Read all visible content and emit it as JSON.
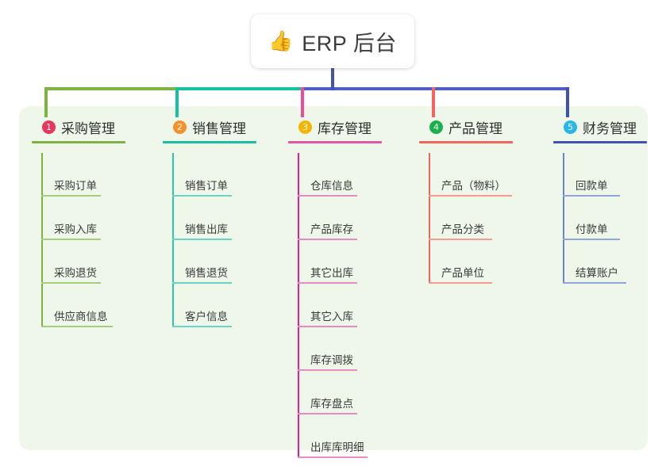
{
  "root": {
    "icon": "thumbs-up-emoji",
    "emoji": "👍",
    "title": "ERP 后台"
  },
  "colors": {
    "panel_bg": "#eef7e9",
    "root_stem": "#4054b2",
    "bus_green": "#7cb342",
    "bus_teal": "#16c0a0",
    "bus_blue": "#4f5dc4",
    "drop_green": "#7cb342",
    "drop_teal": "#16c0a0",
    "drop_pink": "#ef4d95",
    "drop_red": "#f4645f",
    "drop_blue": "#3f51b5"
  },
  "columns": [
    {
      "number": "1",
      "title": "采购管理",
      "badge_color": "#e8365d",
      "rule_color": "#7cb342",
      "spine_color": "#7cb342",
      "item_rule_color": "#a5ce7f",
      "items": [
        {
          "label": "采购订单",
          "rule_width": 75
        },
        {
          "label": "采购入库",
          "rule_width": 75
        },
        {
          "label": "采购退货",
          "rule_width": 75
        },
        {
          "label": "供应商信息",
          "rule_width": 90
        }
      ]
    },
    {
      "number": "2",
      "title": "销售管理",
      "badge_color": "#f5902b",
      "rule_color": "#16c0a0",
      "spine_color": "#2ec5b0",
      "item_rule_color": "#6fd2c6",
      "items": [
        {
          "label": "销售订单",
          "rule_width": 75
        },
        {
          "label": "销售出库",
          "rule_width": 75
        },
        {
          "label": "销售退货",
          "rule_width": 75
        },
        {
          "label": "客户信息",
          "rule_width": 75
        }
      ]
    },
    {
      "number": "3",
      "title": "库存管理",
      "badge_color": "#f7b500",
      "rule_color": "#e254a5",
      "spine_color": "#e91e8c",
      "item_rule_color": "#e88bc0",
      "items": [
        {
          "label": "仓库信息",
          "rule_width": 75
        },
        {
          "label": "产品库存",
          "rule_width": 75
        },
        {
          "label": "其它出库",
          "rule_width": 75
        },
        {
          "label": "其它入库",
          "rule_width": 75
        },
        {
          "label": "库存调拨",
          "rule_width": 75
        },
        {
          "label": "库存盘点",
          "rule_width": 75
        },
        {
          "label": "出库库明细",
          "rule_width": 88
        }
      ]
    },
    {
      "number": "4",
      "title": "产品管理",
      "badge_color": "#19b14c",
      "rule_color": "#f4645f",
      "spine_color": "#f4645f",
      "item_rule_color": "#f79a92",
      "items": [
        {
          "label": "产品（物料）",
          "rule_width": 105
        },
        {
          "label": "产品分类",
          "rule_width": 80
        },
        {
          "label": "产品单位",
          "rule_width": 80
        }
      ]
    },
    {
      "number": "5",
      "title": "财务管理",
      "badge_color": "#29b6e8",
      "rule_color": "#3f51b5",
      "spine_color": "#6e82cf",
      "item_rule_color": "#93a6dc",
      "items": [
        {
          "label": "回款单",
          "rule_width": 72
        },
        {
          "label": "付款单",
          "rule_width": 72
        },
        {
          "label": "结算账户",
          "rule_width": 80
        }
      ]
    }
  ]
}
